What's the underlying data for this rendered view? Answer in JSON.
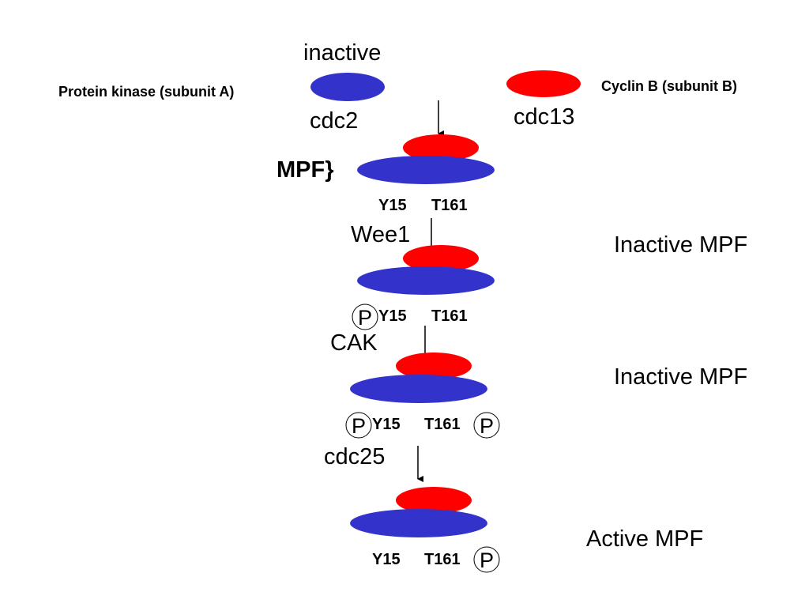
{
  "colors": {
    "kinase": "#3333cc",
    "cyclin": "#ff0000",
    "ink": "#000000"
  },
  "labels": {
    "inactive": "inactive",
    "kinase_name": "Protein kinase (subunit A)",
    "kinase_gene": "cdc2",
    "cyclin_name": "Cyclin B (subunit B)",
    "cyclin_gene": "cdc13",
    "mpf": "MPF}",
    "wee1": "Wee1",
    "cak": "CAK",
    "cdc25": "cdc25",
    "state1": "Inactive MPF",
    "state2": "Inactive MPF",
    "state3": "Active MPF",
    "y15": "Y15",
    "t161": "T161",
    "phospho": "P"
  }
}
